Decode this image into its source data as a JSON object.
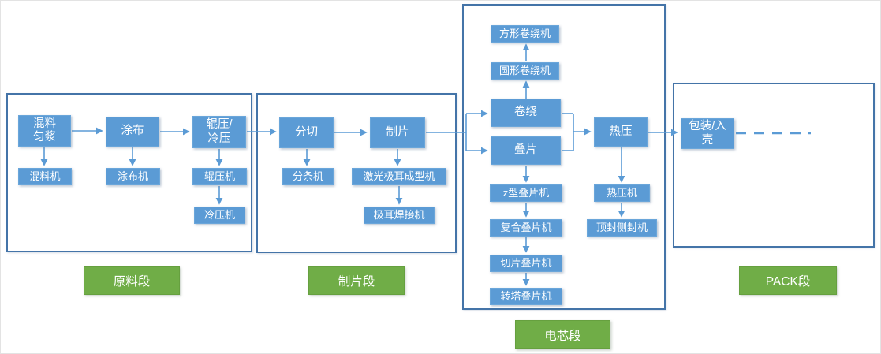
{
  "diagram_title": "battery-manufacturing-process-flow",
  "colors": {
    "node_fill": "#5b9bd5",
    "node_text": "#ffffff",
    "connector": "#5b9bd5",
    "frame_border": "#4474a8",
    "section_label_fill": "#70ad47",
    "section_label_text": "#ffffff"
  },
  "sections": {
    "raw": {
      "label": "原料段"
    },
    "sheet": {
      "label": "制片段"
    },
    "cell": {
      "label": "电芯段"
    },
    "pack": {
      "label": "PACK段"
    }
  },
  "nodes": {
    "mix": {
      "label": "混料\n匀浆"
    },
    "mixer": {
      "label": "混料机"
    },
    "coating": {
      "label": "涂布"
    },
    "coating_machine": {
      "label": "涂布机"
    },
    "rolling": {
      "label": "辊压/\n冷压"
    },
    "roll_press": {
      "label": "辊压机"
    },
    "cold_press": {
      "label": "冷压机"
    },
    "slitting": {
      "label": "分切"
    },
    "slitting_machine": {
      "label": "分条机"
    },
    "sheeting": {
      "label": "制片"
    },
    "laser_tab_former": {
      "label": "激光极耳成型机"
    },
    "tab_welder": {
      "label": "极耳焊接机"
    },
    "square_winder": {
      "label": "方形卷绕机"
    },
    "round_winder": {
      "label": "圆形卷绕机"
    },
    "winding": {
      "label": "卷绕"
    },
    "stacking": {
      "label": "叠片"
    },
    "z_stacker": {
      "label": "z型叠片机"
    },
    "composite_stacker": {
      "label": "复合叠片机"
    },
    "cut_stacker": {
      "label": "切片叠片机"
    },
    "turret_stacker": {
      "label": "转塔叠片机"
    },
    "hot_press": {
      "label": "热压"
    },
    "hot_press_machine": {
      "label": "热压机"
    },
    "top_side_sealer": {
      "label": "顶封侧封机"
    },
    "packing": {
      "label": "包装/入\n壳"
    }
  }
}
